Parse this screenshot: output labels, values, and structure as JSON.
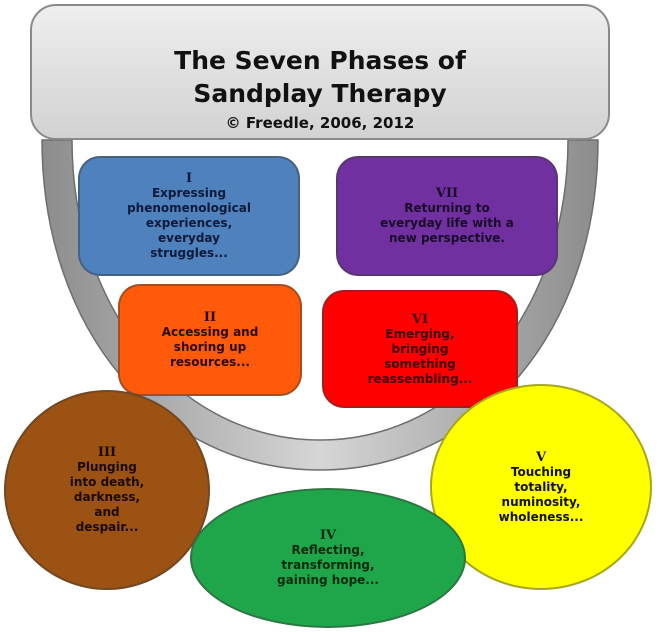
{
  "title": "The Seven Phases of\nSandplay Therapy",
  "subtitle": "© Freedle, 2006, 2012",
  "phases": [
    {
      "numeral": "I",
      "text": "Expressing\nphenomenological\nexperiences,\neveryday\nstruggles...",
      "color": "#4f81bd"
    },
    {
      "numeral": "II",
      "text": "Accessing and\nshoring up\nresources...",
      "color": "#ff5a0a"
    },
    {
      "numeral": "III",
      "text": "Plunging\ninto death,\ndarkness,\nand\ndespair...",
      "color": "#9c5212"
    },
    {
      "numeral": "IV",
      "text": "Reflecting,\ntransforming,\ngaining hope...",
      "color": "#1fa64a"
    },
    {
      "numeral": "V",
      "text": "Touching\ntotality,\nnuminosity,\nwholeness...",
      "color": "#ffff00"
    },
    {
      "numeral": "VI",
      "text": "Emerging,\nbringing\nsomething\nreassembling...",
      "color": "#ff0000"
    },
    {
      "numeral": "VII",
      "text": "Returning to\neveryday life with a\nnew perspective.",
      "color": "#7030a0"
    }
  ],
  "colors": {
    "arc": "#9a9a9a",
    "title_box": "#d9d9d9"
  }
}
